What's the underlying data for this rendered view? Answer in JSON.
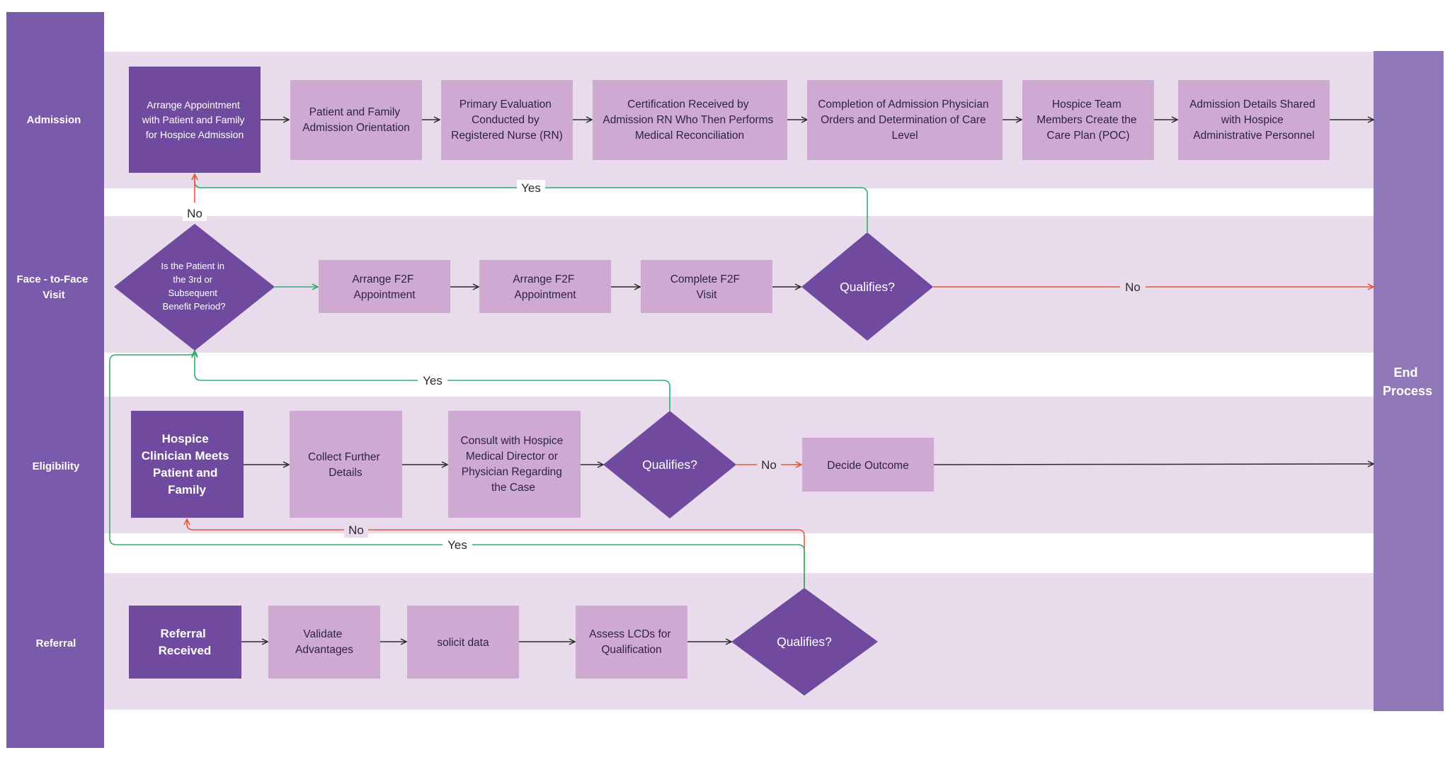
{
  "lanes": {
    "admission": "Admission",
    "f2f_line1": "Face - to-Face",
    "f2f_line2": "Visit",
    "eligibility": "Eligibility",
    "referral": "Referral"
  },
  "end": {
    "line1": "End",
    "line2": "Process"
  },
  "admission": {
    "arrange": [
      "Arrange Appointment",
      "with Patient and Family",
      "for Hospice Admission"
    ],
    "orientation": [
      "Patient and Family",
      "Admission Orientation"
    ],
    "primary_eval": [
      "Primary Evaluation",
      "Conducted by",
      "Registered Nurse (RN)"
    ],
    "certification": [
      "Certification Received by",
      "Admission RN Who Then Performs",
      "Medical Reconciliation"
    ],
    "completion": [
      "Completion of Admission Physician",
      "Orders and Determination of Care",
      "Level"
    ],
    "care_plan": [
      "Hospice Team",
      "Members Create the",
      "Care Plan (POC)"
    ],
    "details_shared": [
      "Admission Details Shared",
      "with Hospice",
      "Administrative Personnel"
    ]
  },
  "f2f": {
    "decision": [
      "Is the Patient in",
      "the 3rd or",
      "Subsequent",
      "Benefit Period?"
    ],
    "arrange1": [
      "Arrange F2F",
      "Appointment"
    ],
    "arrange2": [
      "Arrange F2F",
      "Appointment"
    ],
    "complete": [
      "Complete F2F",
      "Visit"
    ],
    "qualifies": "Qualifies?"
  },
  "eligibility": {
    "meets": [
      "Hospice",
      "Clinician Meets",
      "Patient and",
      "Family"
    ],
    "collect": [
      "Collect Further",
      "Details"
    ],
    "consult": [
      "Consult with Hospice",
      "Medical Director or",
      "Physician Regarding",
      "the Case"
    ],
    "qualifies": "Qualifies?",
    "decide": "Decide Outcome"
  },
  "referral": {
    "received": [
      "Referral",
      "Received"
    ],
    "validate": [
      "Validate",
      "Advantages"
    ],
    "solicit": "solicit data",
    "assess": [
      "Assess LCDs for",
      "Qualification"
    ],
    "qualifies": "Qualifies?"
  },
  "edge_labels": {
    "yes_f2f_to_admission": "Yes",
    "no_decision_to_admission": "No",
    "no_f2f_to_end": "No",
    "yes_elig_to_f2f": "Yes",
    "no_elig_to_decide": "No",
    "no_referral_to_elig": "No",
    "yes_referral_to_f2f": "Yes"
  },
  "colors": {
    "sidebar": "#7a5aab",
    "end_bar": "#9179b9",
    "lane_band": "#e8dcec",
    "box_light": "#ceaad3",
    "box_dark": "#6f4a9f",
    "yes_line": "#2fae6e",
    "no_line": "#e8573a"
  }
}
